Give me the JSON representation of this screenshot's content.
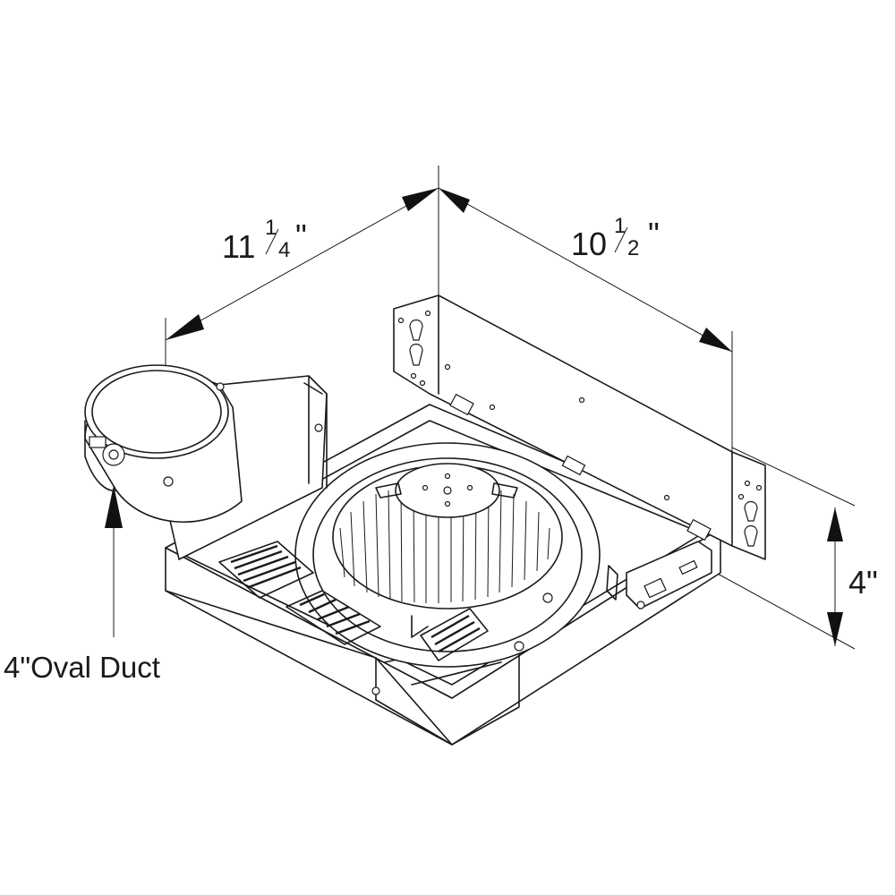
{
  "dimensions": {
    "length": {
      "whole": "11",
      "numerator": "1",
      "denominator": "4",
      "unit": "\""
    },
    "width": {
      "whole": "10",
      "numerator": "1",
      "denominator": "2",
      "unit": "\""
    },
    "height": {
      "text": "4\""
    }
  },
  "callouts": {
    "duct": "4\"Oval Duct"
  },
  "colors": {
    "line": "#1a1a1a",
    "background": "#ffffff"
  }
}
